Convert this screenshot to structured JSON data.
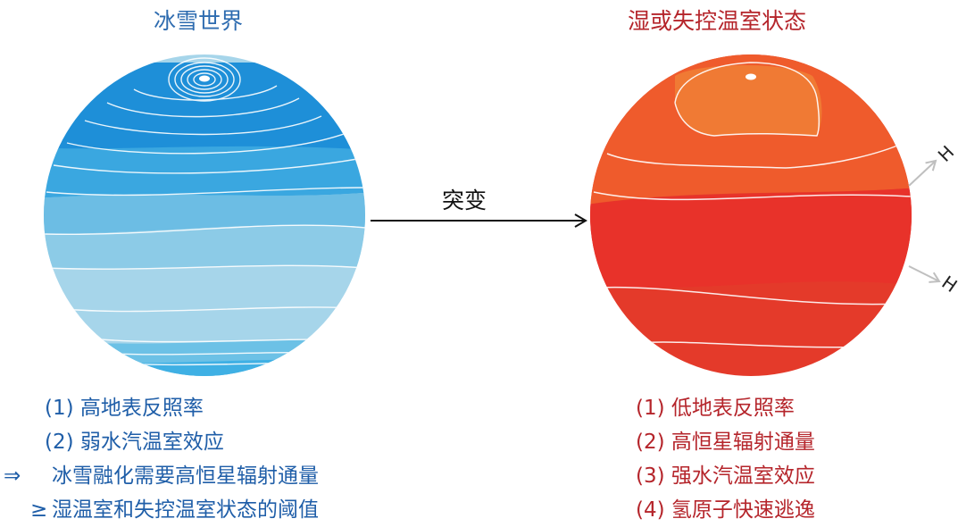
{
  "left_panel": {
    "title": "冰雪世界",
    "globe_colors": {
      "top": "#1a7fd0",
      "mid": "#2fb3ea",
      "bottom": "#a6d5ea"
    },
    "points": [
      "(1) 高地表反照率",
      "(2) 弱水汽温室效应"
    ],
    "conclusion_symbol": "⇒",
    "conclusion": "冰雪融化需要高恒星辐射通量",
    "threshold_symbol": "≥",
    "threshold": "湿温室和失控温室状态的阈值"
  },
  "transition": {
    "label": "突变"
  },
  "right_panel": {
    "title": "湿或失控温室状态",
    "globe_colors": {
      "cap": "#f07a34",
      "upper": "#ef5b2c",
      "mid": "#e8322a",
      "lower": "#e43a2a"
    },
    "escape_label": "H",
    "points": [
      "(1) 低地表反照率",
      "(2) 高恒星辐射通量",
      "(3) 强水汽温室效应",
      "(4) 氢原子快速逃逸"
    ]
  }
}
